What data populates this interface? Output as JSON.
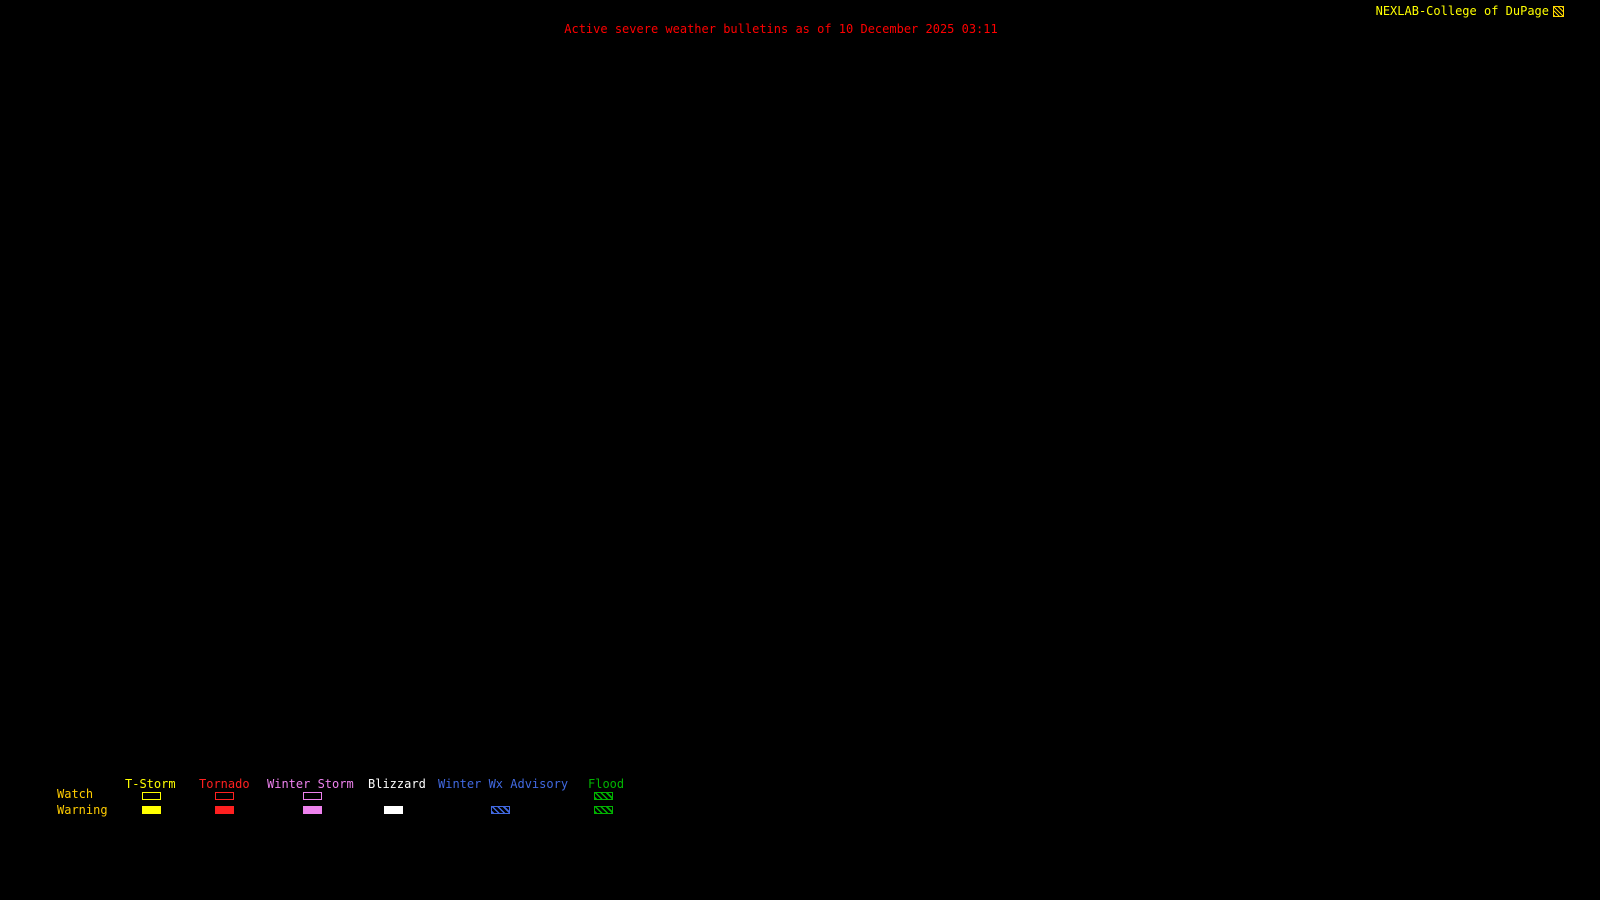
{
  "header": {
    "brand": "NEXLAB-College of DuPage",
    "title": "Active severe weather bulletins as of 10 December 2025 03:11"
  },
  "colors": {
    "background": "#000000",
    "brand": "#ffff00",
    "title": "#ff0000",
    "row_label": "#ffcc00"
  },
  "legend": {
    "watch_label": "Watch",
    "warning_label": "Warning",
    "columns": [
      {
        "label": "T-Storm",
        "color": "#ffff00",
        "watch": "outline",
        "warning": "solid"
      },
      {
        "label": "Tornado",
        "color": "#ff2020",
        "watch": "outline",
        "warning": "solid"
      },
      {
        "label": "Winter Storm",
        "color": "#ee82ee",
        "watch": "outline",
        "warning": "solid"
      },
      {
        "label": "Blizzard",
        "color": "#ffffff",
        "watch": "none",
        "warning": "solid"
      },
      {
        "label": "Winter Wx Advisory",
        "color": "#4169e1",
        "watch": "none",
        "warning": "hatch"
      },
      {
        "label": "Flood",
        "color": "#00b400",
        "watch": "hatch",
        "warning": "hatch"
      }
    ]
  }
}
